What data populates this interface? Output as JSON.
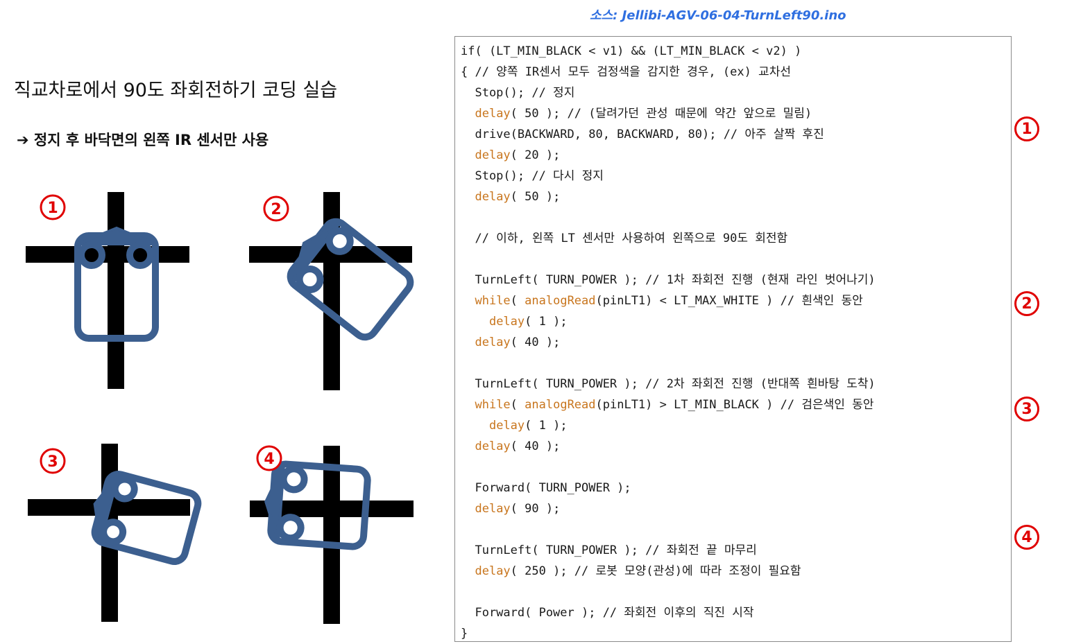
{
  "source_title": "소스: Jellibi-AGV-06-04-TurnLeft90.ino",
  "main_title": "직교차로에서 90도 좌회전하기 코딩 실습",
  "subtitle": {
    "arrow": "➔",
    "text": "정지 후 바닥면의 왼쪽 IR 센서만 사용"
  },
  "diagram_steps": [
    "1",
    "2",
    "3",
    "4"
  ],
  "code_badges": [
    "1",
    "2",
    "3",
    "4"
  ],
  "code_lines": [
    [
      {
        "t": "if( (LT_MIN_BLACK < v1) && (LT_MIN_BLACK < v2) )",
        "c": ""
      }
    ],
    [
      {
        "t": "{ // 양쪽 IR센서 모두 검정색을 감지한 경우, (ex) 교차선",
        "c": ""
      }
    ],
    [
      {
        "t": "  Stop(); // 정지",
        "c": ""
      }
    ],
    [
      {
        "t": "  ",
        "c": ""
      },
      {
        "t": "delay",
        "c": "kw"
      },
      {
        "t": "( 50 ); // (달려가던 관성 때문에 약간 앞으로 밀림)",
        "c": ""
      }
    ],
    [
      {
        "t": "  drive(BACKWARD, 80, BACKWARD, 80); // 아주 살짝 후진",
        "c": ""
      }
    ],
    [
      {
        "t": "  ",
        "c": ""
      },
      {
        "t": "delay",
        "c": "kw"
      },
      {
        "t": "( 20 );",
        "c": ""
      }
    ],
    [
      {
        "t": "  Stop(); // 다시 정지",
        "c": ""
      }
    ],
    [
      {
        "t": "  ",
        "c": ""
      },
      {
        "t": "delay",
        "c": "kw"
      },
      {
        "t": "( 50 );",
        "c": ""
      }
    ],
    [
      {
        "t": "",
        "c": ""
      }
    ],
    [
      {
        "t": "  // 이하, 왼쪽 LT 센서만 사용하여 왼쪽으로 90도 회전함",
        "c": ""
      }
    ],
    [
      {
        "t": "",
        "c": ""
      }
    ],
    [
      {
        "t": "  TurnLeft( TURN_POWER ); // 1차 좌회전 진행 (현재 라인 벗어나기)",
        "c": ""
      }
    ],
    [
      {
        "t": "  ",
        "c": ""
      },
      {
        "t": "while",
        "c": "kw"
      },
      {
        "t": "( ",
        "c": ""
      },
      {
        "t": "analogRead",
        "c": "kw"
      },
      {
        "t": "(pinLT1) < LT_MAX_WHITE ) // 흰색인 동안",
        "c": ""
      }
    ],
    [
      {
        "t": "    ",
        "c": ""
      },
      {
        "t": "delay",
        "c": "kw"
      },
      {
        "t": "( 1 );",
        "c": ""
      }
    ],
    [
      {
        "t": "  ",
        "c": ""
      },
      {
        "t": "delay",
        "c": "kw"
      },
      {
        "t": "( 40 );",
        "c": ""
      }
    ],
    [
      {
        "t": "",
        "c": ""
      }
    ],
    [
      {
        "t": "  TurnLeft( TURN_POWER ); // 2차 좌회전 진행 (반대쪽 흰바탕 도착)",
        "c": ""
      }
    ],
    [
      {
        "t": "  ",
        "c": ""
      },
      {
        "t": "while",
        "c": "kw"
      },
      {
        "t": "( ",
        "c": ""
      },
      {
        "t": "analogRead",
        "c": "kw"
      },
      {
        "t": "(pinLT1) > LT_MIN_BLACK ) // 검은색인 동안",
        "c": ""
      }
    ],
    [
      {
        "t": "    ",
        "c": ""
      },
      {
        "t": "delay",
        "c": "kw"
      },
      {
        "t": "( 1 );",
        "c": ""
      }
    ],
    [
      {
        "t": "  ",
        "c": ""
      },
      {
        "t": "delay",
        "c": "kw"
      },
      {
        "t": "( 40 );",
        "c": ""
      }
    ],
    [
      {
        "t": "",
        "c": ""
      }
    ],
    [
      {
        "t": "  Forward( TURN_POWER );",
        "c": ""
      }
    ],
    [
      {
        "t": "  ",
        "c": ""
      },
      {
        "t": "delay",
        "c": "kw"
      },
      {
        "t": "( 90 );",
        "c": ""
      }
    ],
    [
      {
        "t": "",
        "c": ""
      }
    ],
    [
      {
        "t": "  TurnLeft( TURN_POWER ); // 좌회전 끝 마무리",
        "c": ""
      }
    ],
    [
      {
        "t": "  ",
        "c": ""
      },
      {
        "t": "delay",
        "c": "kw"
      },
      {
        "t": "( 250 ); // 로봇 모양(관성)에 따라 조정이 필요함",
        "c": ""
      }
    ],
    [
      {
        "t": "",
        "c": ""
      }
    ],
    [
      {
        "t": "  Forward( Power ); // 좌회전 이후의 직진 시작",
        "c": ""
      }
    ],
    [
      {
        "t": "}",
        "c": ""
      }
    ]
  ],
  "colors": {
    "source_title": "#2f6fe0",
    "keyword": "#c8751d",
    "badge": "#e00000",
    "robot": "#3c5f8f",
    "track": "#000000"
  }
}
